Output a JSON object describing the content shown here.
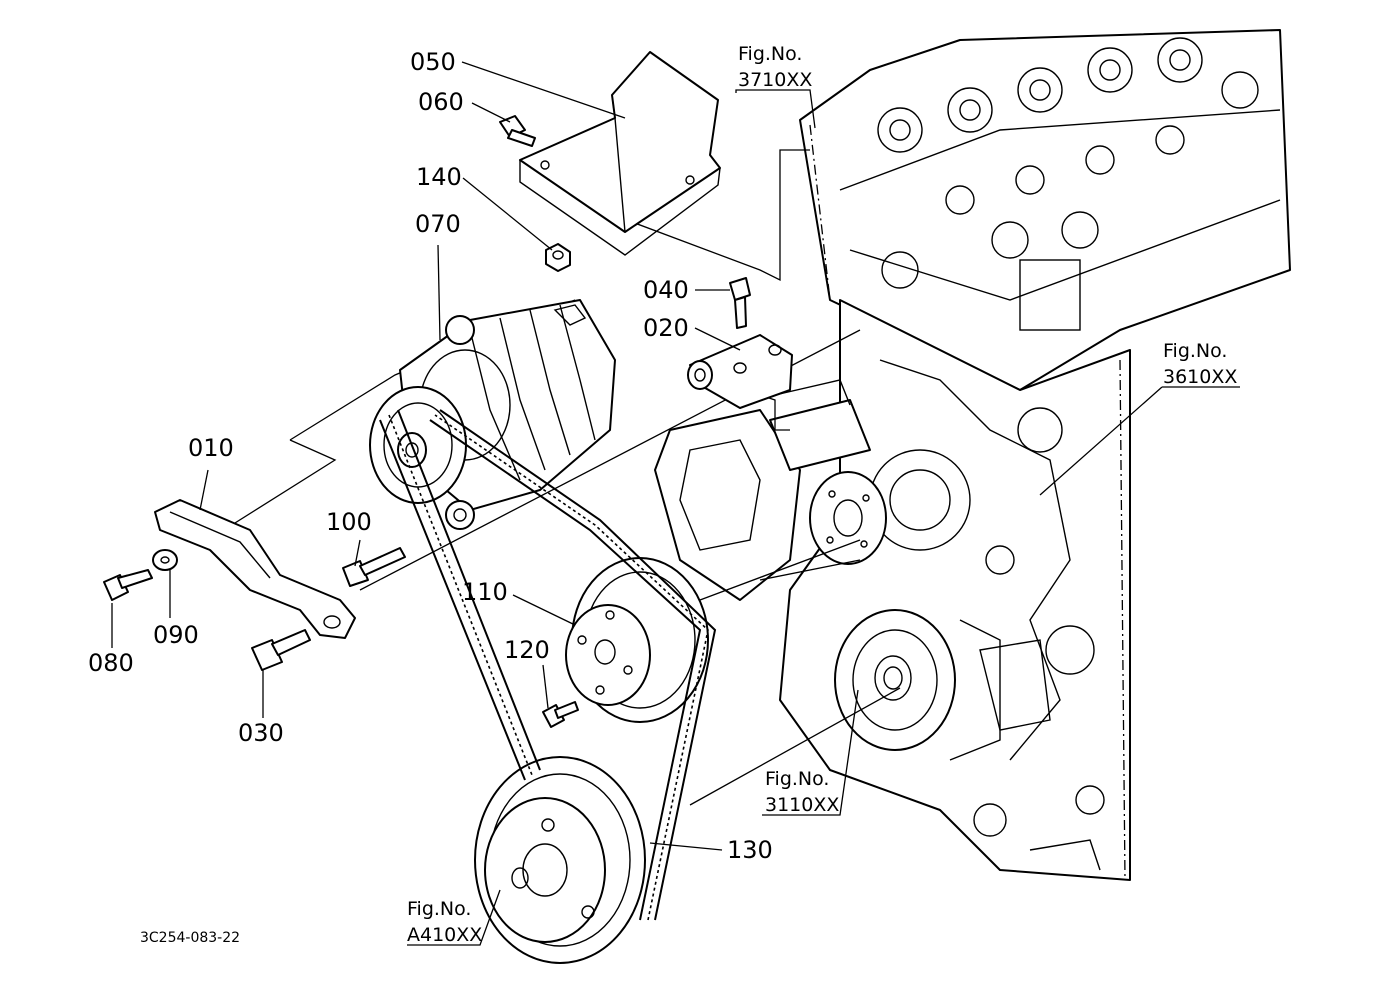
{
  "diagram": {
    "doc_code": "3C254-083-22",
    "parts": [
      {
        "id": "010"
      },
      {
        "id": "020"
      },
      {
        "id": "030"
      },
      {
        "id": "040"
      },
      {
        "id": "050"
      },
      {
        "id": "060"
      },
      {
        "id": "070"
      },
      {
        "id": "080"
      },
      {
        "id": "090"
      },
      {
        "id": "100"
      },
      {
        "id": "110"
      },
      {
        "id": "120"
      },
      {
        "id": "130"
      },
      {
        "id": "140"
      }
    ],
    "figure_refs": [
      {
        "line1": "Fig.No.",
        "line2": "3710XX"
      },
      {
        "line1": "Fig.No.",
        "line2": "3610XX"
      },
      {
        "line1": "Fig.No.",
        "line2": "3110XX"
      },
      {
        "line1": "Fig.No.",
        "line2": "A410XX"
      }
    ]
  }
}
